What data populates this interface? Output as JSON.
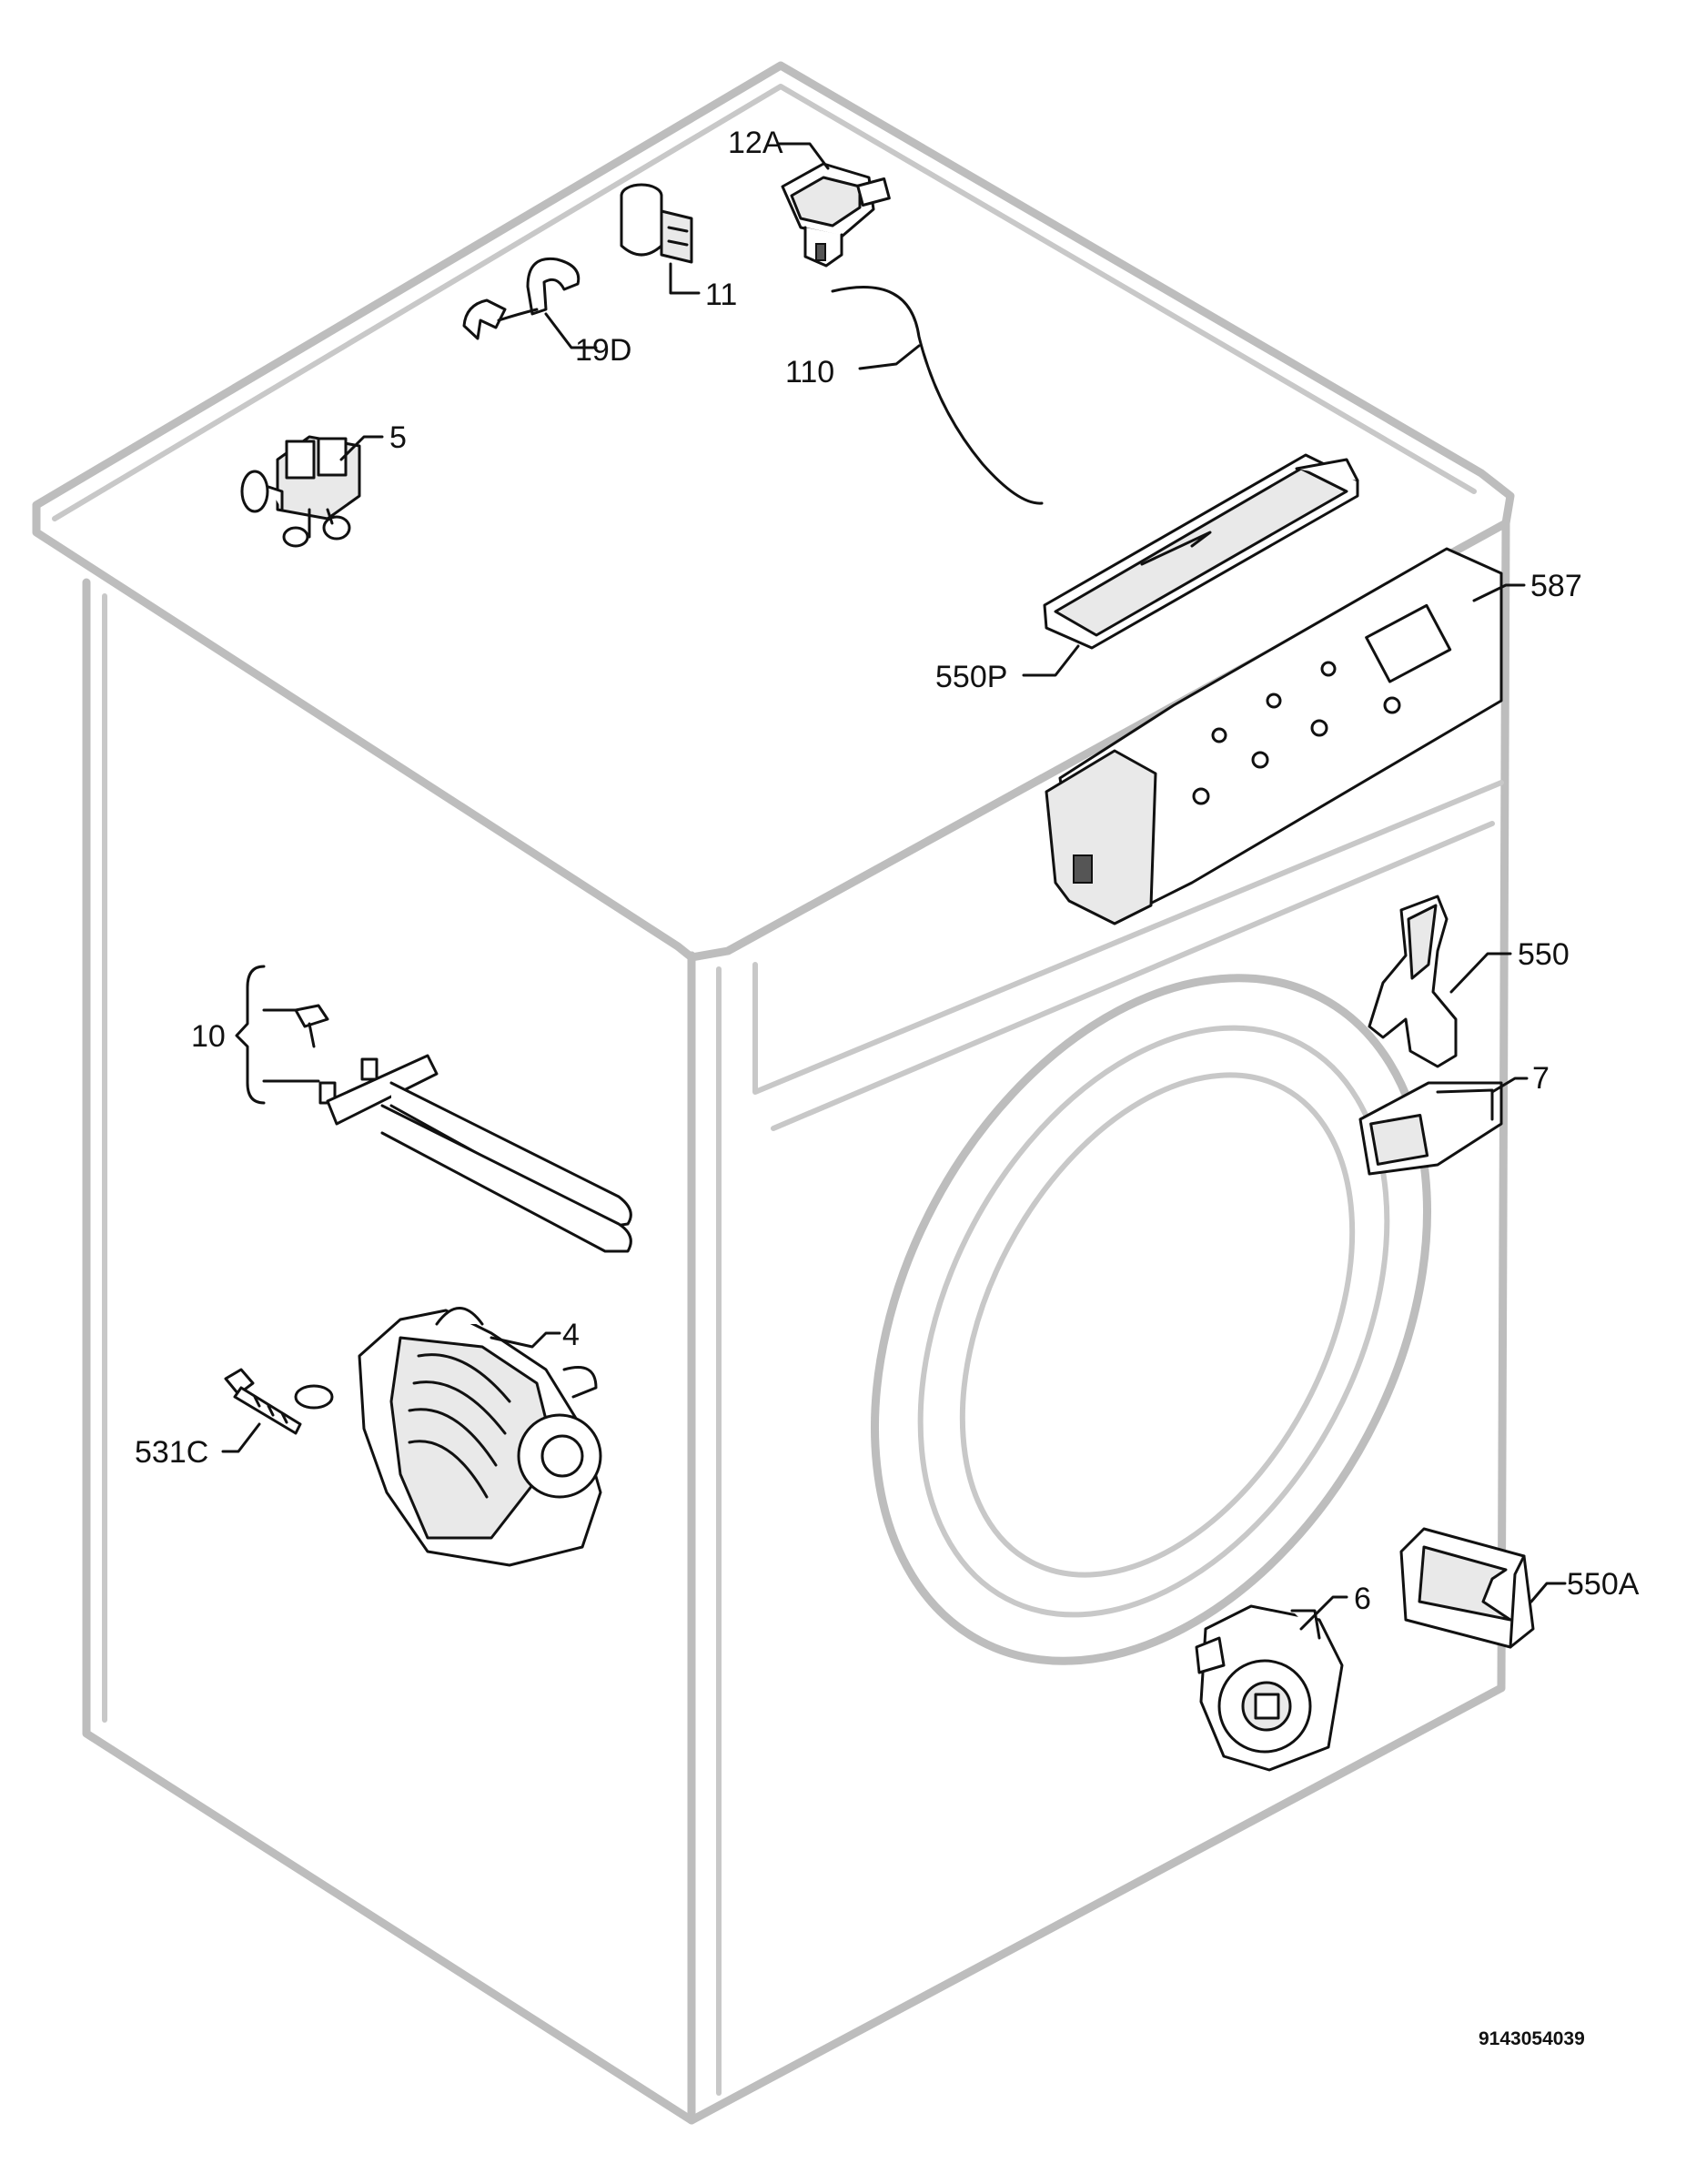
{
  "labels": {
    "p12A": "12A",
    "p11": "11",
    "p19D": "19D",
    "p110": "110",
    "p5": "5",
    "p550P": "550P",
    "p587": "587",
    "p550": "550",
    "p10": "10",
    "p7": "7",
    "p4": "4",
    "p531C": "531C",
    "p550A": "550A",
    "p6": "6"
  },
  "drawing_code": "9143054039"
}
